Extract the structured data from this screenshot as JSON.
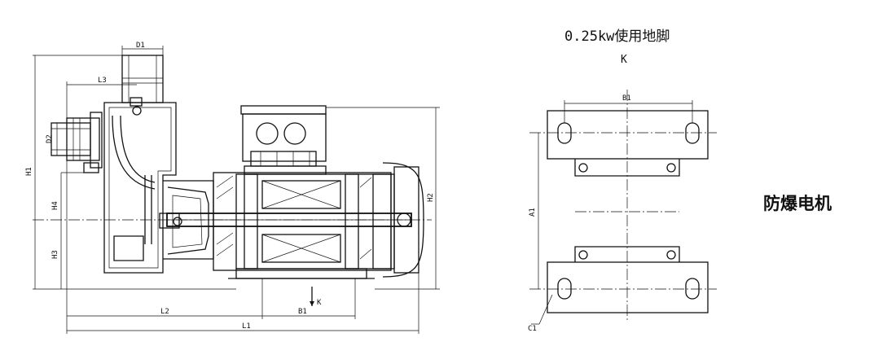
{
  "motor_label": "防爆电机",
  "footing": {
    "title": "0.25kw使用地脚",
    "view": "K",
    "dims": {
      "b1": "B1",
      "a1": "A1",
      "c1": "C1"
    }
  },
  "pump": {
    "dims": {
      "d1": "D1",
      "l3": "L3",
      "d2": "D2",
      "h1": "H1",
      "h4": "H4",
      "h3": "H3",
      "h2": "H2",
      "l2": "L2",
      "b1": "B1",
      "l1": "L1",
      "k": "K"
    }
  }
}
